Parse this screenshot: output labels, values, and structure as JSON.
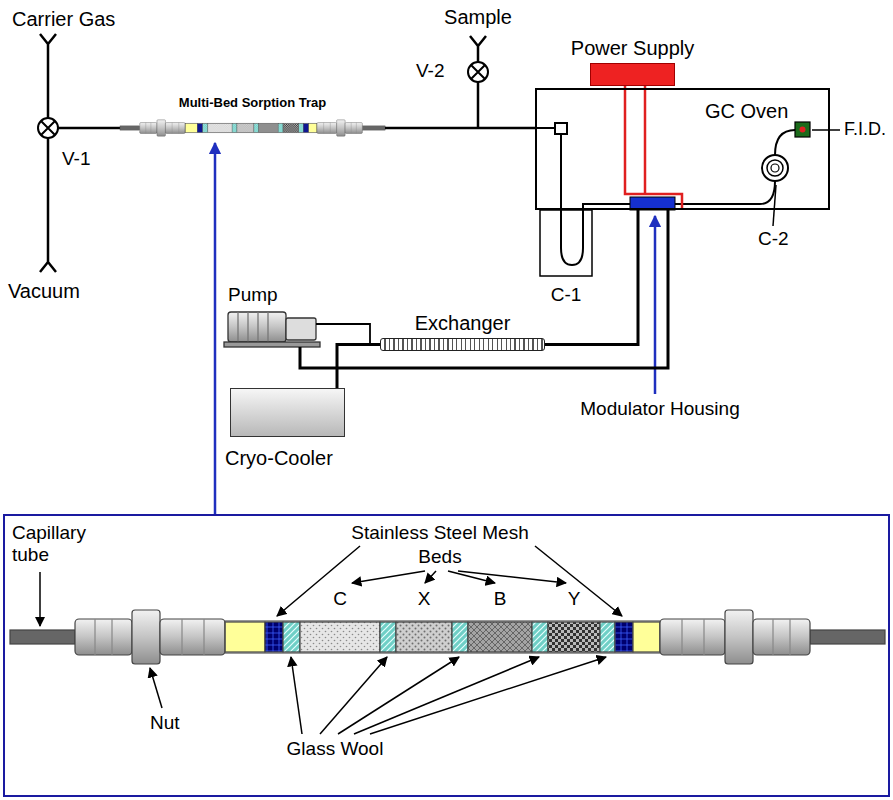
{
  "diagram": {
    "nodes": [
      {
        "text": [
          "Multi-Bed Sorption Trap"
        ]
      },
      {
        "text": [
          "Power Supply"
        ]
      },
      {
        "text": [
          "GC Oven"
        ]
      },
      {
        "text": [
          "Exchanger"
        ]
      },
      {
        "text": [
          "Cryo-Cooler"
        ]
      }
    ],
    "edges": [
      {
        "from": 0,
        "to": 2,
        "arrow": "none"
      },
      {
        "from": 1,
        "to": 2,
        "arrow": "none"
      },
      {
        "from": 4,
        "to": 3,
        "arrow": "none"
      },
      {
        "from": 3,
        "to": 2,
        "arrow": "none"
      }
    ],
    "labels": [
      "Carrier Gas",
      "Sample",
      "V-2",
      "V-1",
      "Vacuum",
      "F.I.D.",
      "C-1",
      "C-2",
      "Pump",
      "Modulator Housing",
      "Capillary tube",
      "Stainless Steel Mesh",
      "Beds",
      "C",
      "X",
      "B",
      "Y",
      "Nut",
      "Glass Wool"
    ]
  }
}
